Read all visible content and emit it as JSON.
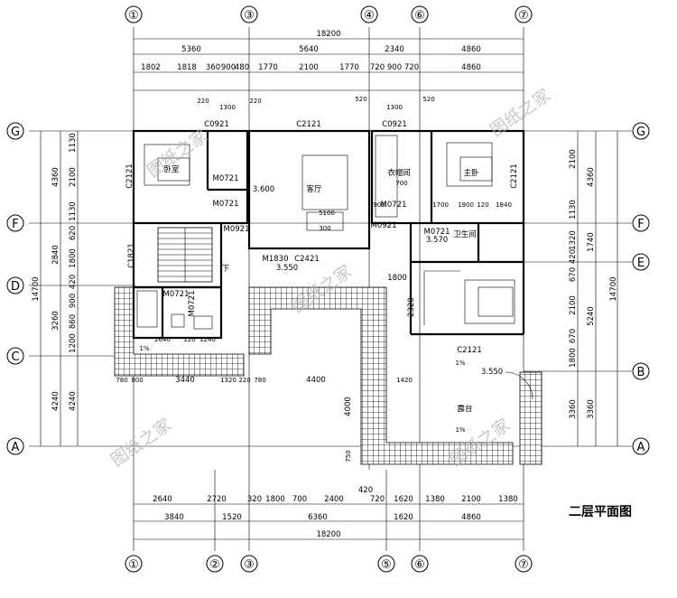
{
  "title": "二层平面图",
  "watermark": "图纸之家",
  "axes": {
    "top": [
      "①",
      "③",
      "④",
      "⑥",
      "⑦"
    ],
    "bottom": [
      "①",
      "②",
      "③",
      "⑤",
      "⑥",
      "⑦"
    ],
    "left": [
      "G",
      "F",
      "D",
      "C",
      "A"
    ],
    "right": [
      "G",
      "F",
      "E",
      "B",
      "A"
    ]
  },
  "dimensions": {
    "top_total": "18200",
    "top_row2": [
      "5360",
      "5640",
      "2340",
      "4860"
    ],
    "top_row3": [
      "1802",
      "1818",
      "360",
      "900",
      "480",
      "1770",
      "2100",
      "1770",
      "720",
      "900",
      "720",
      "4860"
    ],
    "top_small": [
      "1300",
      "220",
      "220",
      "520",
      "1300",
      "520"
    ],
    "bottom_row1": [
      "2640",
      "2720",
      "320",
      "1800",
      "700",
      "2400",
      "420",
      "720",
      "1620",
      "1380",
      "2100",
      "1380"
    ],
    "bottom_row2": [
      "3840",
      "1520",
      "6360",
      "1620",
      "4860"
    ],
    "bottom_total": "18200",
    "left_total": "14700",
    "left_outer": [
      "4360",
      "2840",
      "3260",
      "4240"
    ],
    "left_inner": [
      "1130",
      "2100",
      "1130",
      "620",
      "1800",
      "420",
      "900",
      "860",
      "1200",
      "4240"
    ],
    "right_total": "14700",
    "right_outer": [
      "4360",
      "1740",
      "5240",
      "3360"
    ],
    "right_inner": [
      "2100",
      "1130",
      "1320",
      "420",
      "670",
      "2100",
      "670",
      "1800",
      "3360"
    ]
  },
  "labels": {
    "windows": [
      "C0921",
      "C2121",
      "C0921",
      "C1821",
      "C2421",
      "C2121",
      "C2121",
      "C2121"
    ],
    "doors": [
      "M0721",
      "M0721",
      "M0921",
      "M0921",
      "M0721",
      "M1830",
      "M0721",
      "M0721",
      "M0721"
    ],
    "rooms": [
      "卧室",
      "客厅",
      "衣帽间",
      "主卧",
      "卫生间",
      "露台"
    ],
    "elevations": [
      "3.600",
      "3.550",
      "3.570",
      "3.550"
    ],
    "misc": [
      "1%",
      "1%",
      "1%",
      "下",
      "5100",
      "2640",
      "120",
      "1240",
      "780",
      "800",
      "3440",
      "1320",
      "220",
      "780",
      "4400",
      "1420",
      "4000",
      "750",
      "1900",
      "1840",
      "120",
      "1700",
      "300",
      "900",
      "700",
      "2320",
      "1800"
    ]
  }
}
